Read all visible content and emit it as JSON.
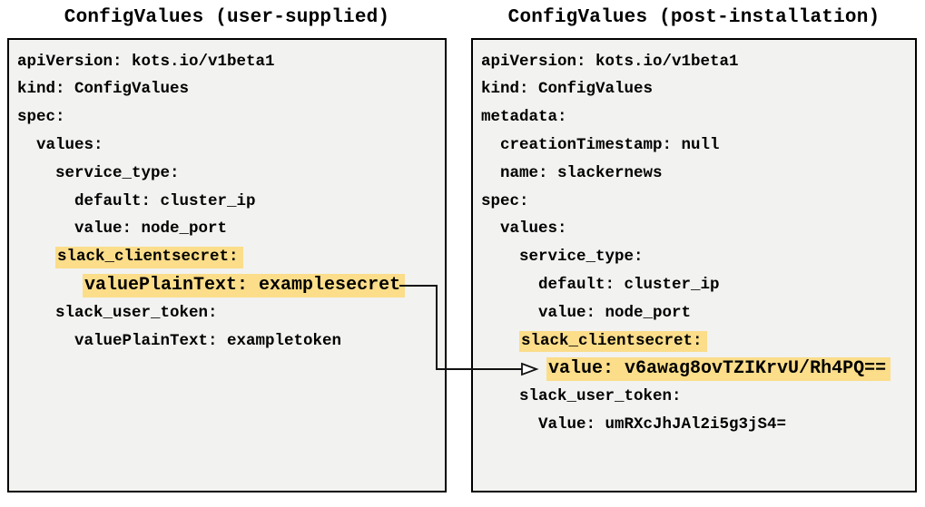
{
  "colors": {
    "panel_bg": "#f2f2f0",
    "panel_border": "#000000",
    "highlight": "#fbdd8a",
    "text": "#000000",
    "arrow": "#111111",
    "page_bg": "#ffffff"
  },
  "panels": {
    "left": {
      "title": "ConfigValues (user-supplied)",
      "lines": [
        {
          "indent": 0,
          "text": "apiVersion: kots.io/v1beta1",
          "highlight": false,
          "emphasis": false
        },
        {
          "indent": 0,
          "text": "kind: ConfigValues",
          "highlight": false,
          "emphasis": false
        },
        {
          "indent": 0,
          "text": "spec:",
          "highlight": false,
          "emphasis": false
        },
        {
          "indent": 2,
          "text": "values:",
          "highlight": false,
          "emphasis": false
        },
        {
          "indent": 4,
          "text": "service_type:",
          "highlight": false,
          "emphasis": false
        },
        {
          "indent": 6,
          "text": "default: cluster_ip",
          "highlight": false,
          "emphasis": false
        },
        {
          "indent": 6,
          "text": "value: node_port",
          "highlight": false,
          "emphasis": false
        },
        {
          "indent": 4,
          "text": "slack_clientsecret:",
          "highlight": true,
          "emphasis": false
        },
        {
          "indent": 6,
          "text": "valuePlainText: examplesecret",
          "highlight": true,
          "emphasis": true
        },
        {
          "indent": 4,
          "text": "slack_user_token:",
          "highlight": false,
          "emphasis": false
        },
        {
          "indent": 6,
          "text": "valuePlainText: exampletoken",
          "highlight": false,
          "emphasis": false
        }
      ]
    },
    "right": {
      "title": "ConfigValues (post-installation)",
      "lines": [
        {
          "indent": 0,
          "text": "apiVersion: kots.io/v1beta1",
          "highlight": false,
          "emphasis": false
        },
        {
          "indent": 0,
          "text": "kind: ConfigValues",
          "highlight": false,
          "emphasis": false
        },
        {
          "indent": 0,
          "text": "metadata:",
          "highlight": false,
          "emphasis": false
        },
        {
          "indent": 2,
          "text": "creationTimestamp: null",
          "highlight": false,
          "emphasis": false
        },
        {
          "indent": 2,
          "text": "name: slackernews",
          "highlight": false,
          "emphasis": false
        },
        {
          "indent": 0,
          "text": "spec:",
          "highlight": false,
          "emphasis": false
        },
        {
          "indent": 2,
          "text": "values:",
          "highlight": false,
          "emphasis": false
        },
        {
          "indent": 4,
          "text": "service_type:",
          "highlight": false,
          "emphasis": false
        },
        {
          "indent": 6,
          "text": "default: cluster_ip",
          "highlight": false,
          "emphasis": false
        },
        {
          "indent": 6,
          "text": "value: node_port",
          "highlight": false,
          "emphasis": false
        },
        {
          "indent": 4,
          "text": "slack_clientsecret:",
          "highlight": true,
          "emphasis": false
        },
        {
          "indent": 6,
          "text": "value: v6awag8ovTZIKrvU/Rh4PQ==",
          "highlight": true,
          "emphasis": true
        },
        {
          "indent": 4,
          "text": "slack_user_token:",
          "highlight": false,
          "emphasis": false
        },
        {
          "indent": 6,
          "text": "Value: umRXcJhJAl2i5g3jS4=",
          "highlight": false,
          "emphasis": false
        }
      ]
    }
  },
  "arrow": {
    "from_panel": "left",
    "from_line_index": 8,
    "to_panel": "right",
    "to_line_index": 11
  }
}
